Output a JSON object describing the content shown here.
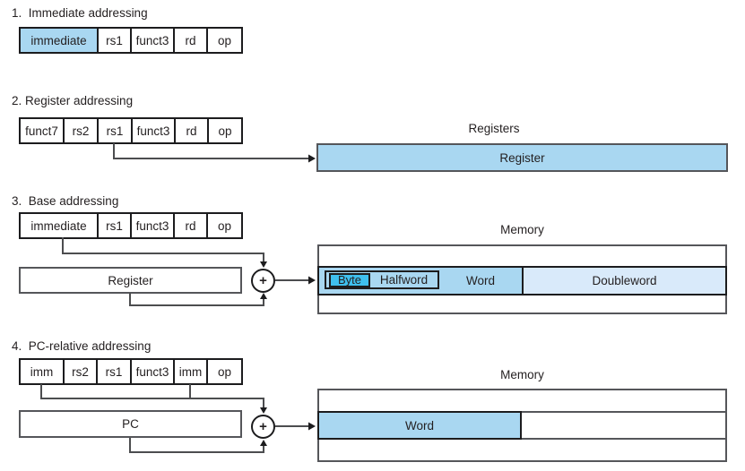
{
  "colors": {
    "field_highlight_blue": "#a9d7f1",
    "byte_cyan": "#3fbfee",
    "doubleword_pale_blue": "#d9eafa",
    "field_border": "#1c1c1e",
    "box_border_gray": "#55565a",
    "wire_gray": "#4c4d4f",
    "text": "#231f20",
    "background": "#ffffff"
  },
  "sections": {
    "s1": {
      "title": "1.  Immediate addressing",
      "fields": [
        "immediate",
        "rs1",
        "funct3",
        "rd",
        "op"
      ],
      "highlighted_field": "immediate"
    },
    "s2": {
      "title": "2. Register addressing",
      "fields": [
        "funct7",
        "rs2",
        "rs1",
        "funct3",
        "rd",
        "op"
      ],
      "registers_label": "Registers",
      "register_box": "Register"
    },
    "s3": {
      "title": "3.  Base addressing",
      "fields": [
        "immediate",
        "rs1",
        "funct3",
        "rd",
        "op"
      ],
      "register_box": "Register",
      "plus": "+",
      "memory_label": "Memory",
      "cells": {
        "byte": "Byte",
        "halfword": "Halfword",
        "word": "Word",
        "doubleword": "Doubleword"
      }
    },
    "s4": {
      "title": "4.  PC-relative addressing",
      "fields": [
        "imm",
        "rs2",
        "rs1",
        "funct3",
        "imm",
        "op"
      ],
      "pc_box": "PC",
      "plus": "+",
      "memory_label": "Memory",
      "cells": {
        "word": "Word"
      }
    }
  }
}
